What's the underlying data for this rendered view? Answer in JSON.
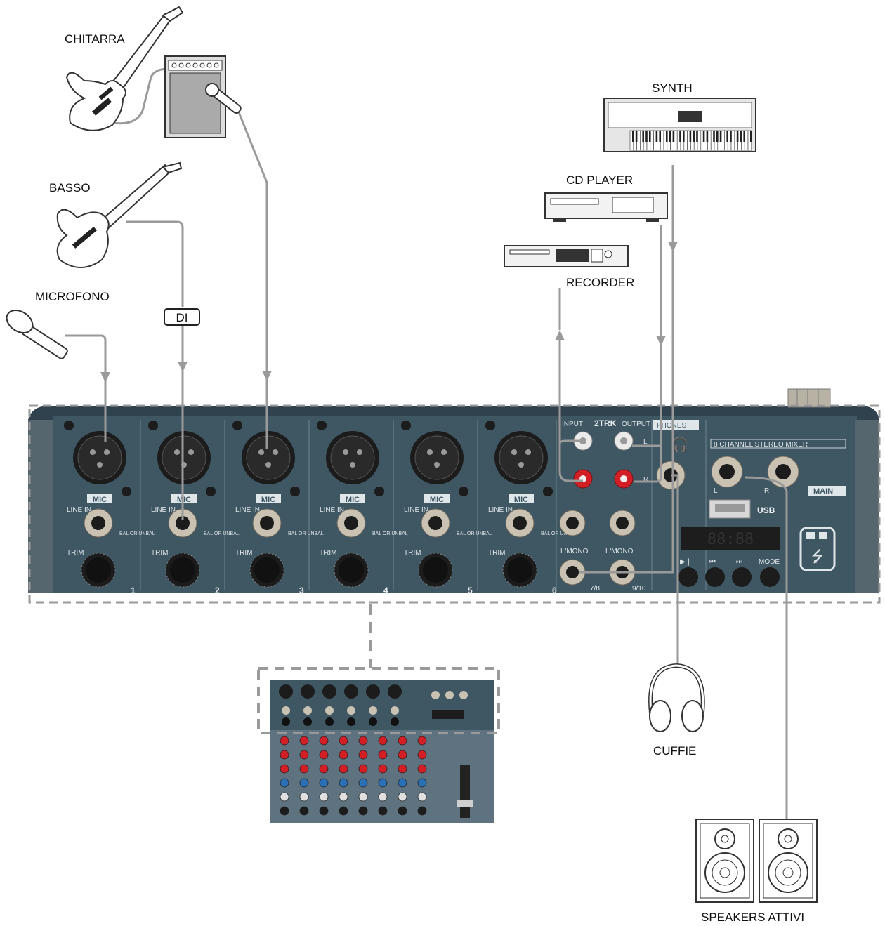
{
  "labels": {
    "chitarra": "CHITARRA",
    "basso": "BASSO",
    "microfono": "MICROFONO",
    "di": "DI",
    "synth": "SYNTH",
    "cd_player": "CD PLAYER",
    "recorder": "RECORDER",
    "cuffie": "CUFFIE",
    "speakers": "SPEAKERS ATTIVI"
  },
  "panel": {
    "mic": "MIC",
    "line_in": "LINE IN",
    "trim": "TRIM",
    "bal": "BAL OR UNBAL",
    "channels": [
      "1",
      "2",
      "3",
      "4",
      "5",
      "6"
    ],
    "input": "INPUT",
    "twotrk": "2TRK",
    "output": "OUTPUT",
    "phones": "PHONES",
    "mixer_name": "8 CHANNEL STEREO MIXER",
    "main": "MAIN",
    "usb": "USB",
    "l_mono": "L/MONO",
    "ch78": "7/8",
    "ch910": "9/10",
    "mode": "MODE",
    "l": "L",
    "r": "R"
  },
  "colors": {
    "panel": "#3f5663",
    "panel_dark": "#2c3d47",
    "cable": "#9a9a9a",
    "rca_red": "#d21f26"
  }
}
